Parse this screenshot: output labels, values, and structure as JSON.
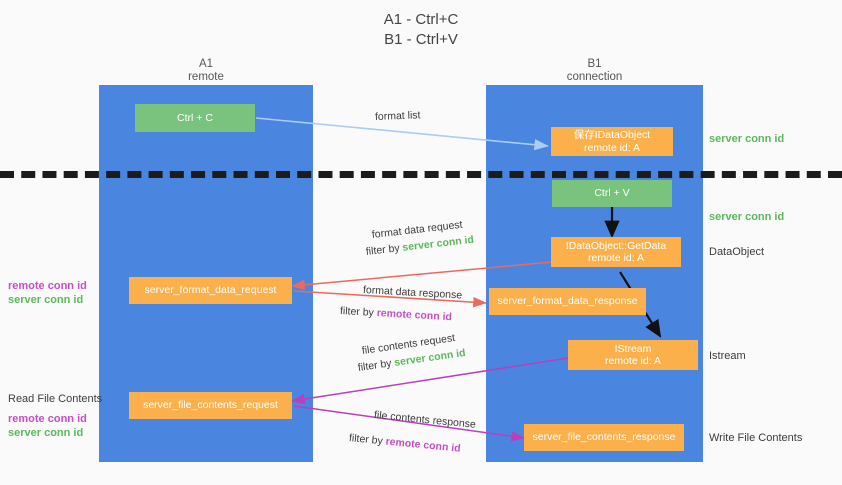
{
  "title": {
    "line1": "A1 - Ctrl+C",
    "line2": "B1 - Ctrl+V"
  },
  "columns": {
    "left": {
      "name": "A1",
      "role": "remote"
    },
    "right": {
      "name": "B1",
      "role": "connection"
    }
  },
  "boxes": {
    "ctrl_c": "Ctrl + C",
    "ctrl_v": "Ctrl + V",
    "data_object_top_line1": "保存IDataObject",
    "data_object_top_line2": "remote id: A",
    "get_data_line1": "IDataObject::GetData",
    "get_data_line2": "remote id: A",
    "istream_line1": "IStream",
    "istream_line2": "remote id: A",
    "server_format_data_request": "server_format_data_request",
    "server_format_data_response": "server_format_data_response",
    "server_file_contents_request": "server_file_contents_request",
    "server_file_contents_response": "server_file_contents_response"
  },
  "right_labels": {
    "server_conn_id_1": "server conn id",
    "server_conn_id_2": "server conn id",
    "data_object": "DataObject",
    "istream": "Istream",
    "write_file_contents": "Write File Contents"
  },
  "left_labels": {
    "remote_conn_id_1": "remote conn id",
    "server_conn_id_1": "server conn id",
    "read_file_contents": "Read File Contents",
    "remote_conn_id_2": "remote conn id",
    "server_conn_id_2": "server conn id"
  },
  "arrow_captions": {
    "format_list": "format list",
    "format_data_request": "format data request",
    "format_data_request_filter_prefix": "filter by ",
    "format_data_request_filter_value": "server conn id",
    "format_data_response": "format data response",
    "format_data_response_filter_prefix": "filter by ",
    "format_data_response_filter_value": "remote conn id",
    "file_contents_request": "file contents request",
    "file_contents_request_filter_prefix": "filter by ",
    "file_contents_request_filter_value": "server conn id",
    "file_contents_response": "file contents response",
    "file_contents_response_filter_prefix": "filter by ",
    "file_contents_response_filter_value": "remote conn id"
  },
  "colors": {
    "panel_blue": "#4a86e0",
    "box_green": "#7ac37f",
    "box_orange": "#fbb04b",
    "accent_green": "#5cb85c",
    "accent_magenta": "#c64fc6",
    "arrow_lightblue": "#a8cdf0",
    "arrow_red": "#ea6a5e",
    "arrow_black": "#111111",
    "background": "#fafafa"
  }
}
